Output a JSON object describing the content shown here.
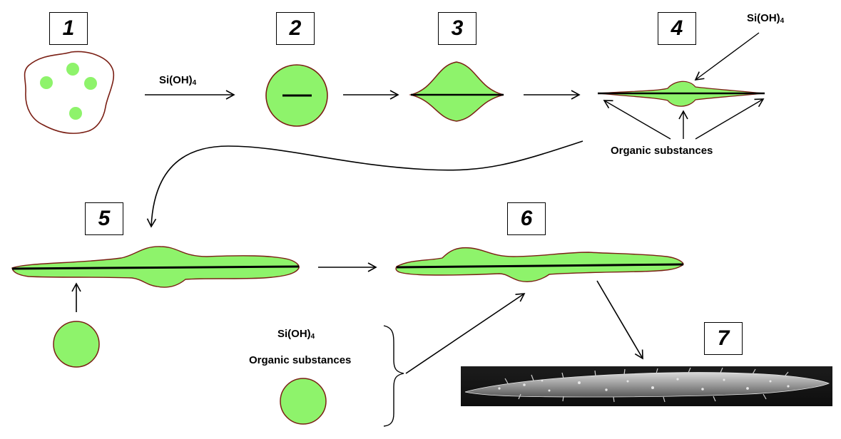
{
  "stages": [
    {
      "id": "stage-1",
      "number": "1"
    },
    {
      "id": "stage-2",
      "number": "2"
    },
    {
      "id": "stage-3",
      "number": "3"
    },
    {
      "id": "stage-4",
      "number": "4"
    },
    {
      "id": "stage-5",
      "number": "5"
    },
    {
      "id": "stage-6",
      "number": "6"
    },
    {
      "id": "stage-7",
      "number": "7"
    }
  ],
  "labels": {
    "silicic_acid_base": "Si(OH)",
    "silicic_acid_sub": "4",
    "organic": "Organic substances"
  },
  "colors": {
    "fill": "#8ef36b",
    "outline": "#7a1f14",
    "line": "#000000"
  }
}
